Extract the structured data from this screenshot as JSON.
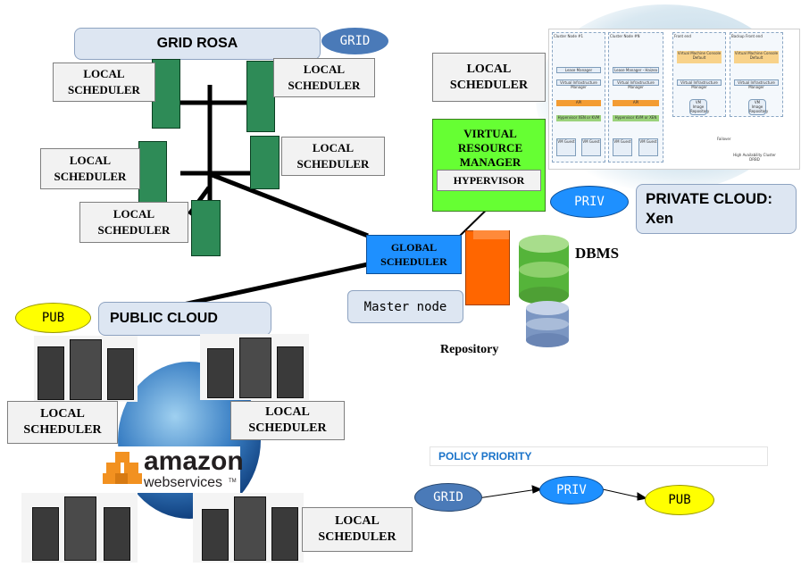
{
  "grid": {
    "title": "GRID ROSA",
    "tag": "GRID",
    "local_scheduler_label": "LOCAL SCHEDULER"
  },
  "private_cloud": {
    "local_scheduler_label": "LOCAL SCHEDULER",
    "vrm_label": "VIRTUAL RESOURCE MANAGER",
    "hypervisor_label": "HYPERVISOR",
    "tag": "PRIV",
    "title": "PRIVATE CLOUD: Xen",
    "architecture": {
      "columns": [
        "Cluster Node #1",
        "Cluster Node #N",
        "Front end",
        "Backup Front end"
      ],
      "lease_manager": "Lease Manager",
      "lease_manager_haizea": "Lease Manager - Haizea",
      "vim": "Virtual Infrastructure Manager",
      "api": "API",
      "hypervisor_xen": "Hypervisor XEN or KVM",
      "hypervisor_kvm": "Hypervisor KVM or XEN",
      "vm_guest": "VM Guest",
      "console": "Virtual Machine Console Default",
      "vm_repo": "VM Image Repository",
      "failover": "Failover",
      "ha_cluster": "High Availability Cluster DRBD"
    }
  },
  "center": {
    "global_scheduler_label": "GLOBAL SCHEDULER",
    "master_node_label": "Master node",
    "dbms_label": "DBMS",
    "repository_label": "Repository"
  },
  "public_cloud": {
    "tag": "PUB",
    "title": "PUBLIC CLOUD",
    "local_scheduler_label": "LOCAL SCHEDULER",
    "amazon_word": "amazon",
    "amazon_sub": "webservices",
    "amazon_tm": "TM"
  },
  "policy": {
    "title": "POLICY PRIORITY",
    "steps": [
      "GRID",
      "PRIV",
      "PUB"
    ]
  },
  "colors": {
    "server_green": "#2e8b57",
    "global_blue": "#1e90ff",
    "vrm_green": "#66ff33",
    "grid_tag": "#4a7ab8",
    "priv_tag": "#1e90ff",
    "pub_tag": "#ffff00",
    "master_orange": "#ff6600"
  }
}
